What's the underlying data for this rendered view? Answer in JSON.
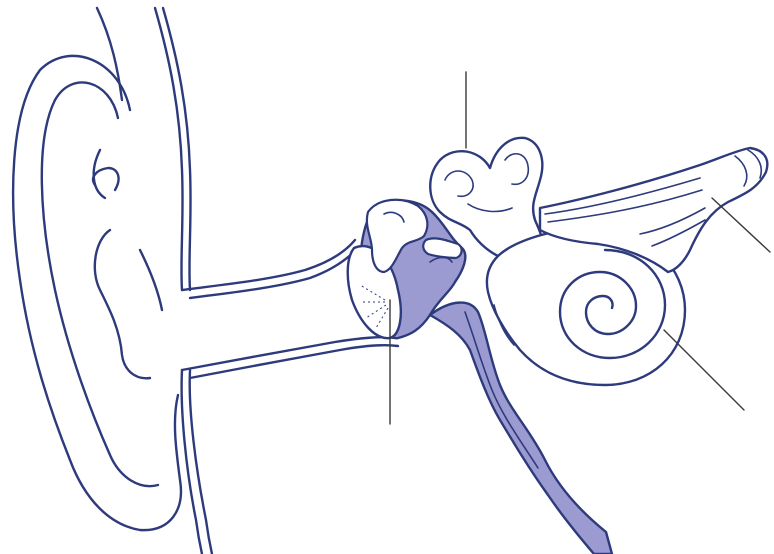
{
  "diagram": {
    "subject": "ear-cross-section",
    "colors": {
      "background": "#ffffff",
      "outline": "#2d3a7c",
      "cavity_fill": "#9b9bd1",
      "drum_fill": "#ffffff",
      "label_line": "#3a3a3a"
    },
    "parts": [
      "outer-ear",
      "ear-canal",
      "ear-drum",
      "ossicles",
      "middle-ear-cavity",
      "eustachian-tube",
      "semicircular-canals",
      "cochlea",
      "auditory-nerve"
    ],
    "label_leaders": [
      {
        "target": "semicircular-canals",
        "label": ""
      },
      {
        "target": "auditory-nerve",
        "label": ""
      },
      {
        "target": "cochlea",
        "label": ""
      },
      {
        "target": "ear-drum",
        "label": ""
      }
    ]
  }
}
